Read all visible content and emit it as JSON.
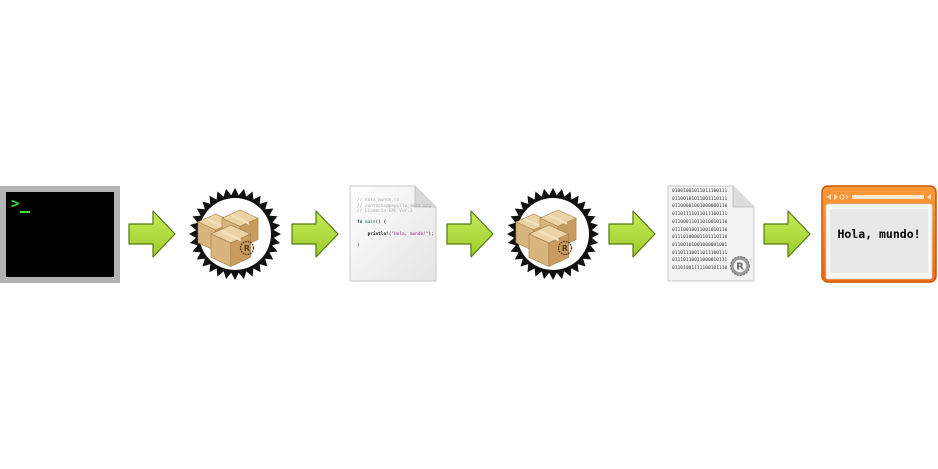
{
  "terminal": {
    "prompt": ">",
    "colors": {
      "frame": "#b3b3b3",
      "screen": "#000000",
      "prompt": "#38e238"
    }
  },
  "arrow": {
    "icon": "right-arrow-icon",
    "colors": {
      "fill": "#9ccb2c",
      "stroke": "#557a10"
    }
  },
  "cargo": {
    "icon": "cargo-crates-badge-icon",
    "badge_color": "#111111",
    "box_color": "#d7b27a"
  },
  "source_file": {
    "icon": "source-code-file-icon",
    "lines": [
      {
        "kind": "comment",
        "text": "// hola_mundo.rs"
      },
      {
        "kind": "comment",
        "text": "// contacto@pepillo-meza.org"
      },
      {
        "kind": "comment",
        "text": "// Licencia GPL Ver.3"
      },
      {
        "kind": "blank",
        "text": ""
      },
      {
        "kind": "fn",
        "text": "fn main() {"
      },
      {
        "kind": "blank",
        "text": ""
      },
      {
        "kind": "print",
        "text": "    println!(\"Hola, mundo!\");"
      },
      {
        "kind": "blank",
        "text": ""
      },
      {
        "kind": "close",
        "text": "}"
      }
    ]
  },
  "binary_file": {
    "icon": "binary-executable-file-icon",
    "lines": [
      "01001001011011100111",
      "01100101011001110111",
      "01100001001000000110",
      "01101111011011100111",
      "01100011011010010110",
      "01110010011001010110",
      "01110100001101110110",
      "01100101001000001001",
      "01101110011011100111",
      "01110110011000010111",
      "01101001111100101110"
    ]
  },
  "browser": {
    "icon": "browser-window-icon",
    "content": "Hola, mundo!",
    "colors": {
      "frame": "#f57c1a",
      "border": "#c85a09",
      "page": "#ececec"
    }
  }
}
